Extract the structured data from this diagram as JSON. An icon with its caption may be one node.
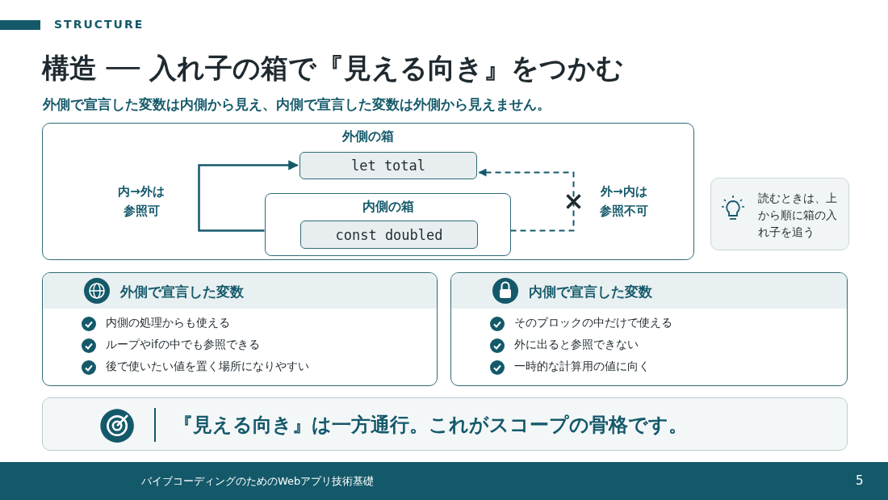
{
  "diagram": {
    "title": "構造 ── 入れ子の箱で『見える向き』をつかむ",
    "nodes": [
      {
        "text": [
          "外側の箱"
        ]
      },
      {
        "text": [
          "let total"
        ],
        "in": 0
      },
      {
        "text": [
          "内側の箱"
        ],
        "in": 0
      },
      {
        "text": [
          "const doubled"
        ],
        "in": 2
      },
      {
        "text": [
          "読むときは、上から順に箱の入れ子を追う"
        ]
      },
      {
        "text": [
          "外側で宣言した変数",
          "内側の処理からも使える",
          "ループやifの中でも参照できる",
          "後で使いたい値を置く場所になりやすい"
        ]
      },
      {
        "text": [
          "内側で宣言した変数",
          "そのブロックの中だけで使える",
          "外に出ると参照できない",
          "一時的な計算用の値に向く"
        ]
      },
      {
        "text": [
          "『見える向き』は一方通行。これがスコープの骨格です。"
        ]
      }
    ],
    "edges": [
      {
        "from": 2,
        "to": 1,
        "arrow": "to",
        "label": "内→外は参照可"
      },
      {
        "from": 2,
        "to": 1,
        "arrow": "to",
        "style": "dashed",
        "label": "外→内は参照不可"
      }
    ],
    "labels": [
      "STRUCTURE",
      "外側で宣言した変数は内側から見え、内側で宣言した変数は外側から見えません。",
      "バイブコーディングのためのWebアプリ技術基礎",
      "5"
    ]
  }
}
